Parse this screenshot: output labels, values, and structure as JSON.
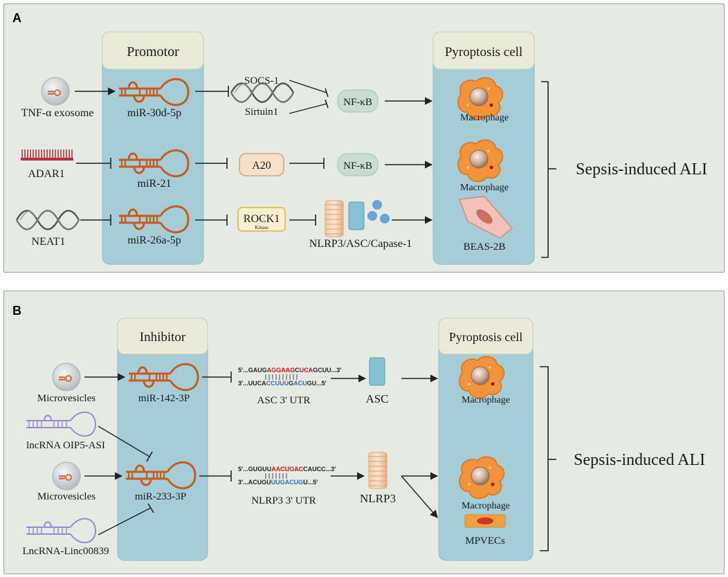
{
  "panel_a": {
    "label": "A",
    "column_header": "Promotor",
    "target_header": "Pyroptosis cell",
    "outcome": "Sepsis-induced ALI",
    "upstream": {
      "tnf_exosome": "TNF-α exosome",
      "adar1": "ADAR1",
      "neat1": "NEAT1"
    },
    "mirnas": {
      "m1": "miR-30d-5p",
      "m2": "miR-21",
      "m3": "miR-26a-5p"
    },
    "targets": {
      "socs1": "SOCS-1",
      "sirtuin1": "Sirtuin1",
      "a20": "A20",
      "rock1": "ROCK1",
      "rock1_sub": "Kinase",
      "nfkb1": "NF-κB",
      "nfkb2": "NF-κB",
      "inflammasome": "NLRP3/ASC/Capase-1"
    },
    "cells": {
      "c1": "Macrophage",
      "c2": "Macrophage",
      "c3": "BEAS-2B"
    }
  },
  "panel_b": {
    "label": "B",
    "column_header": "Inhibitor",
    "target_header": "Pyroptosis cell",
    "outcome": "Sepsis-induced ALI",
    "upstream": {
      "mv1": "Microvesicles",
      "lnc_oip5": "lncRNA OIP5-ASI",
      "mv2": "Microvesicles",
      "lnc_linc": "LncRNA-Linc00839"
    },
    "mirnas": {
      "m1": "miR-142-3P",
      "m2": "miR-233-3P"
    },
    "seq1": {
      "top_pre": "5'...GAUG",
      "top_red1": "AGGAAG",
      "top_mid": "C",
      "top_red2": "UCA",
      "top_post": "GCUU...3'",
      "bot_pre": "3'...UUCA",
      "bot_blue1": "CCUUU",
      "bot_mid": "G",
      "bot_blue2": "ACU",
      "bot_post": "GU...5'",
      "caption": "ASC  3' UTR"
    },
    "seq2": {
      "top_pre": "5'...GUGUU",
      "top_red": "AACUGAC",
      "top_post": "CAUCC...3'",
      "bot_pre": "3'...ACUGU",
      "bot_blue": "UUGACUG",
      "bot_post": "U...5'",
      "caption": "NLRP3  3' UTR"
    },
    "proteins": {
      "asc": "ASC",
      "nlrp3": "NLRP3"
    },
    "cells": {
      "c1": "Macrophage",
      "c2": "Macrophage",
      "c3": "MPVECs"
    }
  },
  "colors": {
    "panel_bg": "#e5eae3",
    "column_blue": "#a4cdd7",
    "header_cream": "#e9ead7",
    "mirna_orange": "#c95a1a",
    "nfkb_green": "#c9ddd0",
    "lncrna_purple": "#9a8bd0",
    "seq_red": "#e01010",
    "seq_blue": "#2b6cc4",
    "arrow": "#222222"
  },
  "icons": [
    "exosome-icon",
    "hairpin-mirna-icon",
    "dna-helix-icon",
    "comb-rna-icon",
    "macrophage-icon",
    "epithelial-cell-icon",
    "endothelial-cell-icon",
    "inflammasome-icon"
  ]
}
